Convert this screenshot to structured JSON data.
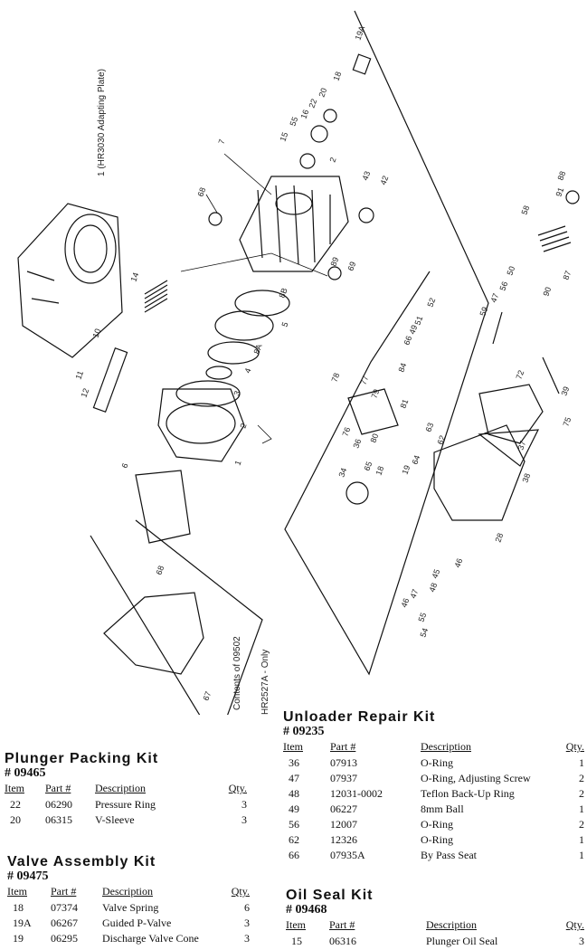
{
  "diagram": {
    "caption_adapting_plate": "1  (HR3030 Adapting Plate)",
    "caption_contents": "Contents of 09502",
    "caption_hr2527a": "HR2527A - Only",
    "callouts": [
      "19A",
      "18",
      "20",
      "22",
      "16",
      "55",
      "15",
      "7",
      "2",
      "43",
      "42",
      "68",
      "69",
      "89",
      "88",
      "91",
      "58",
      "87",
      "90",
      "50",
      "56",
      "47",
      "52",
      "59",
      "51",
      "49",
      "66",
      "84",
      "14",
      "8B",
      "5",
      "8A",
      "4",
      "3",
      "2",
      "11",
      "12",
      "10",
      "78",
      "79",
      "77",
      "81",
      "76",
      "36",
      "80",
      "63",
      "62",
      "64",
      "39",
      "72",
      "75",
      "37",
      "38",
      "34",
      "65",
      "18",
      "19",
      "6",
      "28",
      "46",
      "45",
      "48",
      "47",
      "46",
      "55",
      "54",
      "67",
      "68",
      "1"
    ]
  },
  "kits": {
    "plunger": {
      "title": "Plunger Packing Kit",
      "number": "# 09465",
      "headers": {
        "item": "Item",
        "part": "Part #",
        "desc": "Description",
        "qty": "Qty."
      },
      "rows": [
        {
          "item": "22",
          "part": "06290",
          "desc": "Pressure Ring",
          "qty": "3"
        },
        {
          "item": "20",
          "part": "06315",
          "desc": "V-Sleeve",
          "qty": "3"
        }
      ]
    },
    "valve": {
      "title": "Valve Assembly Kit",
      "number": "# 09475",
      "headers": {
        "item": "Item",
        "part": "Part #",
        "desc": "Description",
        "qty": "Qty."
      },
      "rows": [
        {
          "item": "18",
          "part": "07374",
          "desc": "Valve Spring",
          "qty": "6"
        },
        {
          "item": "19A",
          "part": "06267",
          "desc": "Guided P-Valve",
          "qty": "3"
        },
        {
          "item": "19",
          "part": "06295",
          "desc": "Discharge Valve Cone",
          "qty": "3"
        }
      ]
    },
    "unloader": {
      "title": "Unloader Repair Kit",
      "number": "# 09235",
      "headers": {
        "item": "Item",
        "part": "Part #",
        "desc": "Description",
        "qty": "Qty."
      },
      "rows": [
        {
          "item": "36",
          "part": "07913",
          "desc": "O-Ring",
          "qty": "1"
        },
        {
          "item": "47",
          "part": "07937",
          "desc": "O-Ring, Adjusting Screw",
          "qty": "2"
        },
        {
          "item": "48",
          "part": "12031-0002",
          "desc": "Teflon Back-Up Ring",
          "qty": "2"
        },
        {
          "item": "49",
          "part": "06227",
          "desc": "8mm Ball",
          "qty": "1"
        },
        {
          "item": "56",
          "part": "12007",
          "desc": "O-Ring",
          "qty": "2"
        },
        {
          "item": "62",
          "part": "12326",
          "desc": "O-Ring",
          "qty": "1"
        },
        {
          "item": "66",
          "part": "07935A",
          "desc": "By Pass Seat",
          "qty": "1"
        }
      ]
    },
    "oilseal": {
      "title": "Oil Seal Kit",
      "number": "# 09468",
      "headers": {
        "item": "Item",
        "part": "Part #",
        "desc": "Description",
        "qty": "Qty."
      },
      "rows": [
        {
          "item": "15",
          "part": "06316",
          "desc": "Plunger Oil Seal",
          "qty": "3"
        }
      ]
    }
  }
}
